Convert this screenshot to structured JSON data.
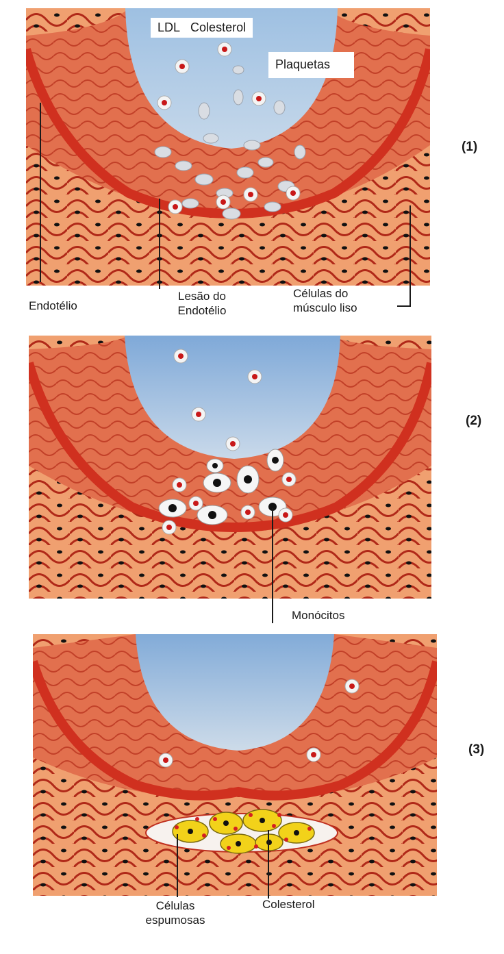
{
  "labels": {
    "ldl": "LDL",
    "colesterol_top": "Colesterol",
    "plaquetas": "Plaquetas",
    "endotelio": "Endotélio",
    "lesao_line1": "Lesão do",
    "lesao_line2": "Endotélio",
    "celulas_line1": "Células do",
    "celulas_line2": "músculo liso",
    "monocitos": "Monócitos",
    "espumosas_line1": "Células",
    "espumosas_line2": "espumosas",
    "colesterol_bottom": "Colesterol"
  },
  "steps": [
    "(1)",
    "(2)",
    "(3)"
  ],
  "colors": {
    "tissue": "#e98a5a",
    "tissue_dark": "#b8281a",
    "vessel_wall": "#d0301f",
    "lumen": "#8fb3d9",
    "nucleus": "#111111",
    "foam_cell": "#f2d21a"
  }
}
